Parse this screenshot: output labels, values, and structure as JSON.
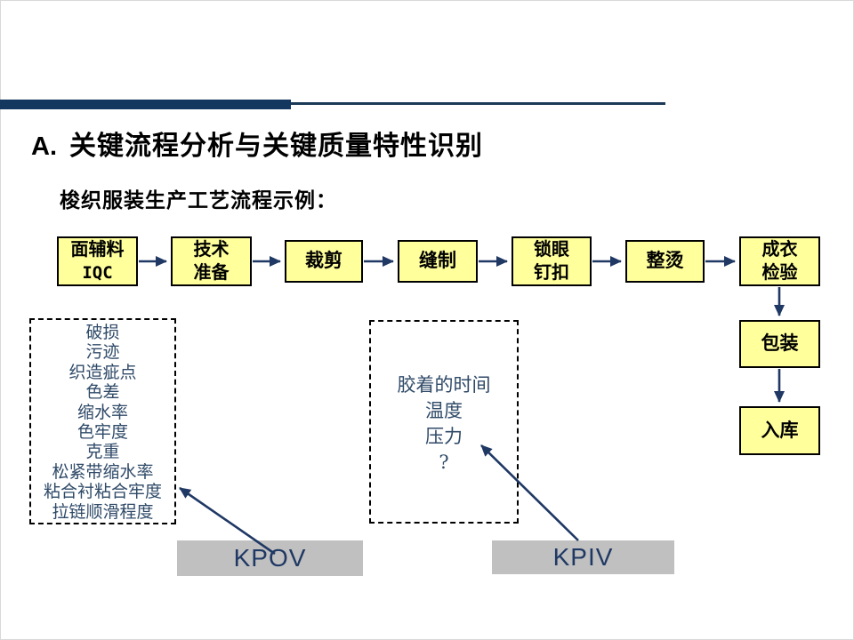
{
  "header": {
    "prefix": "A.",
    "title": "关键流程分析与关键质量特性识别",
    "subtitle": "梭织服装生产工艺流程示例："
  },
  "flow": {
    "steps": [
      {
        "lines": [
          "面辅料",
          "IQC"
        ]
      },
      {
        "lines": [
          "技术",
          "准备"
        ]
      },
      {
        "lines": [
          "裁剪"
        ]
      },
      {
        "lines": [
          "缝制"
        ]
      },
      {
        "lines": [
          "锁眼",
          "钉扣"
        ]
      },
      {
        "lines": [
          "整烫"
        ]
      },
      {
        "lines": [
          "成衣",
          "检验"
        ]
      },
      {
        "lines": [
          "包装"
        ]
      },
      {
        "lines": [
          "入库"
        ]
      }
    ]
  },
  "kpov": {
    "label": "KPOV",
    "items": [
      "破损",
      "污迹",
      "织造疵点",
      "色差",
      "缩水率",
      "色牢度",
      "克重",
      "松紧带缩水率",
      "粘合衬粘合牢度",
      "拉链顺滑程度"
    ]
  },
  "kpiv": {
    "label": "KPIV",
    "items": [
      "胶着的时间",
      "温度",
      "压力",
      "?"
    ]
  },
  "colors": {
    "accent_navy": "#14375F",
    "arrow_navy": "#1F3864",
    "process_box_fill": "#FFFF9C",
    "label_fill": "#C0C0C0",
    "list_text": "#2F4A68"
  }
}
